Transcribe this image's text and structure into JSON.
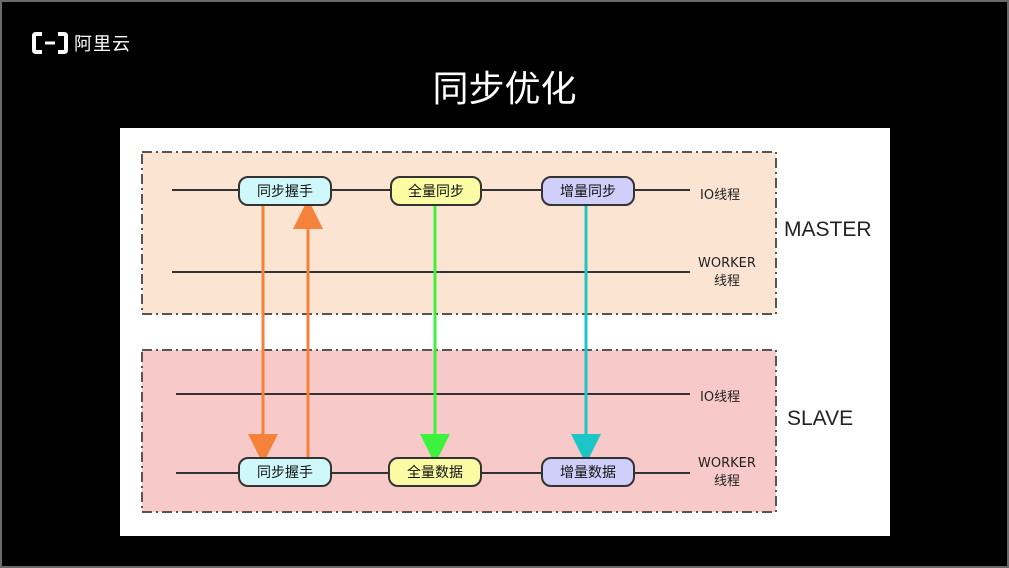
{
  "logo": {
    "text": "阿里云",
    "icon": "aliyun-logo-icon"
  },
  "title": "同步优化",
  "colors": {
    "master_bg": "#fbe5d2",
    "slave_bg": "#f8c9c9",
    "pill_cyan": "#cff8fb",
    "pill_yellow": "#fbfba4",
    "pill_purple": "#d0cffa",
    "arrow_orange": "#f5823a",
    "arrow_green": "#3df23d",
    "arrow_teal": "#1cc6c6"
  },
  "master": {
    "label": "MASTER",
    "io_thread": "IO线程",
    "worker_line1": "WORKER",
    "worker_line2": "线程",
    "nodes": [
      "同步握手",
      "全量同步",
      "增量同步"
    ]
  },
  "slave": {
    "label": "SLAVE",
    "io_thread": "IO线程",
    "worker_line1": "WORKER",
    "worker_line2": "线程",
    "nodes": [
      "同步握手",
      "全量数据",
      "增量数据"
    ]
  }
}
